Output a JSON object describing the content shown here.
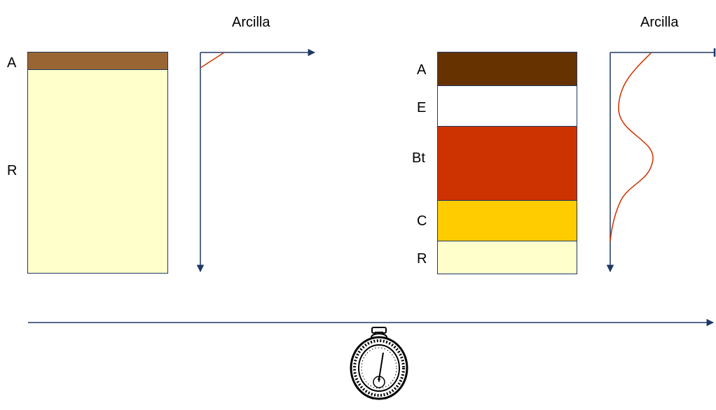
{
  "profile_young": {
    "axis_label": "Arcilla",
    "horizons": [
      {
        "name": "A",
        "color": "#996633"
      },
      {
        "name": "R",
        "color": "#ffffcc"
      }
    ]
  },
  "profile_mature": {
    "axis_label": "Arcilla",
    "horizons": [
      {
        "name": "A",
        "color": "#663300"
      },
      {
        "name": "E",
        "color": "#ffffff"
      },
      {
        "name": "Bt",
        "color": "#cc3300"
      },
      {
        "name": "C",
        "color": "#ffcc00"
      },
      {
        "name": "R",
        "color": "#ffffcc"
      }
    ]
  },
  "colors": {
    "axis": "#1f3864",
    "clay_curve": "#cc3300"
  },
  "icons": {
    "time": "stopwatch-icon"
  }
}
